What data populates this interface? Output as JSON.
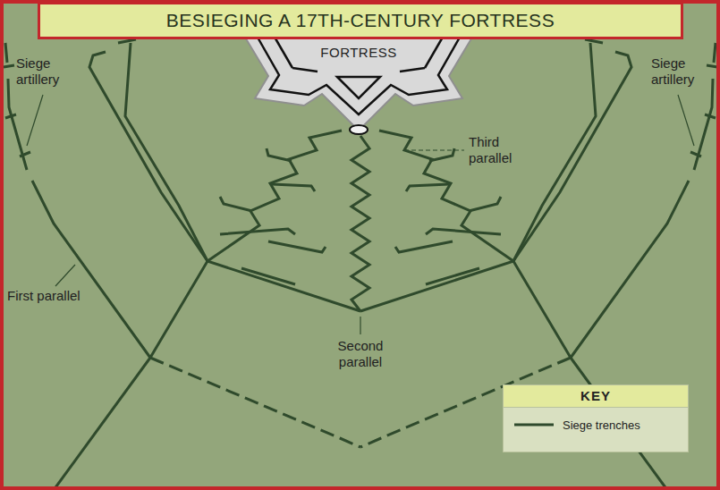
{
  "diagram": {
    "title": "BESIEGING A 17TH-CENTURY FORTRESS",
    "nodes": [
      {
        "text": [
          "FORTRESS"
        ]
      }
    ],
    "labels": [
      "Siege artillery",
      "Siege artillery",
      "Third parallel",
      "First parallel",
      "Second parallel",
      "KEY"
    ],
    "legend": [
      {
        "text": "Siege trenches"
      }
    ]
  }
}
